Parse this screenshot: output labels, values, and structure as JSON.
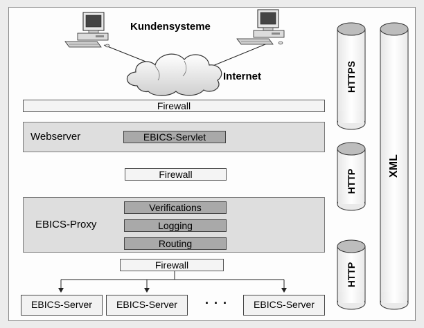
{
  "client_label": "Kundensysteme",
  "internet_label": "Internet",
  "firewall_labels": [
    "Firewall",
    "Firewall",
    "Firewall"
  ],
  "webserver": {
    "label": "Webserver",
    "servlet": "EBICS-Servlet"
  },
  "proxy": {
    "label": "EBICS-Proxy",
    "modules": [
      "Verifications",
      "Logging",
      "Routing"
    ]
  },
  "servers": [
    "EBICS-Server",
    "EBICS-Server",
    "EBICS-Server"
  ],
  "ellipsis": "· · ·",
  "protocols": [
    "HTTPS",
    "HTTP",
    "HTTP"
  ],
  "format_label": "XML"
}
